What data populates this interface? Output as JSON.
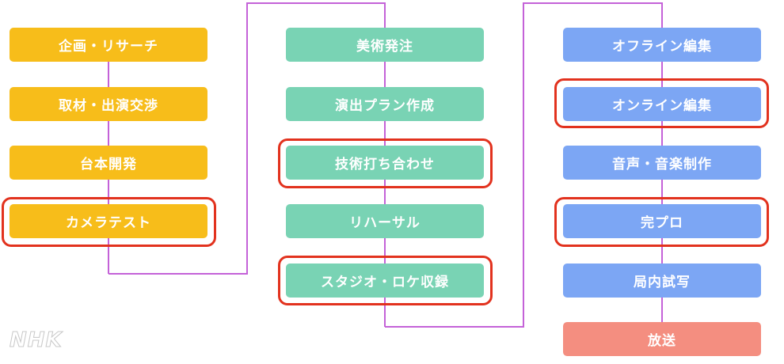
{
  "columns": [
    {
      "color": "#f7bd1a",
      "steps": [
        {
          "label": "企画・リサーチ",
          "highlighted": false
        },
        {
          "label": "取材・出演交渉",
          "highlighted": false
        },
        {
          "label": "台本開発",
          "highlighted": false
        },
        {
          "label": "カメラテスト",
          "highlighted": true
        }
      ]
    },
    {
      "color": "#79d3b4",
      "steps": [
        {
          "label": "美術発注",
          "highlighted": false
        },
        {
          "label": "演出プラン作成",
          "highlighted": false
        },
        {
          "label": "技術打ち合わせ",
          "highlighted": true
        },
        {
          "label": "リハーサル",
          "highlighted": false
        },
        {
          "label": "スタジオ・ロケ収録",
          "highlighted": true
        }
      ]
    },
    {
      "color": "#7ca6f4",
      "steps": [
        {
          "label": "オフライン編集",
          "highlighted": false
        },
        {
          "label": "オンライン編集",
          "highlighted": true
        },
        {
          "label": "音声・音楽制作",
          "highlighted": false
        },
        {
          "label": "完プロ",
          "highlighted": true
        },
        {
          "label": "局内試写",
          "highlighted": false
        },
        {
          "label": "放送",
          "highlighted": false,
          "color": "#f48e80"
        }
      ]
    }
  ],
  "connector_color": "#c462d8",
  "highlight_color": "#e2321e",
  "logo": "NHK"
}
